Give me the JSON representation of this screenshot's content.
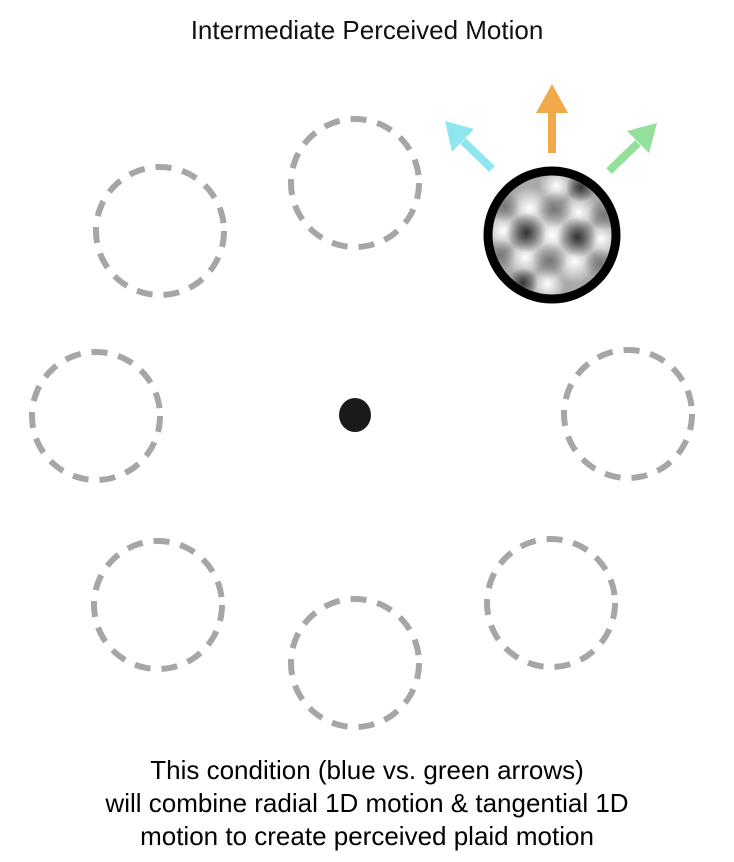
{
  "title": "Intermediate Perceived Motion",
  "caption": {
    "lines": [
      "This condition (blue vs. green arrows)",
      "will combine radial 1D motion & tangential 1D",
      "motion to create perceived plaid motion"
    ]
  },
  "colors": {
    "placeholder_ring": "#a6a6a6",
    "stimulus_ring": "#000000",
    "fixation": "#1a1a1a",
    "arrow_left": "#8fe6ee",
    "arrow_up": "#f2a94a",
    "arrow_right": "#92e09a"
  },
  "icons": {
    "placeholders": "dashed-circle-icon",
    "fixation": "fixation-dot-icon",
    "stimulus": "plaid-grating-icon",
    "arrows": "arrow-icon"
  }
}
